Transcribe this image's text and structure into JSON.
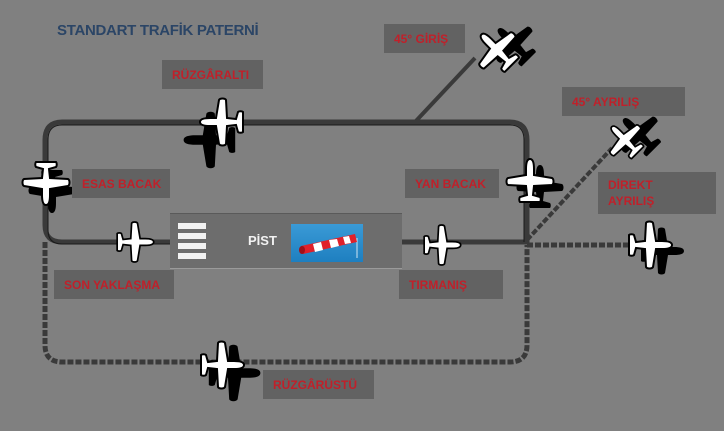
{
  "title": "STANDART TRAFİK PATERNİ",
  "labels": {
    "ruzgaralti": "RÜZGÂRALTI",
    "giris45": "45° GİRİŞ",
    "ayrilis45": "45° AYRILIŞ",
    "esas_bacak": "ESAS BACAK",
    "yan_bacak": "YAN BACAK",
    "direkt_ayrilis_line1": "DİREKT",
    "direkt_ayrilis_line2": "AYRILIŞ",
    "son_yaklasma": "SON YAKLAŞMA",
    "tirmanis": "TIRMANIŞ",
    "ruzgarustu": "RÜZGÂRÜSTÜ"
  },
  "runway": {
    "label": "PİST",
    "windsock_icon": "windsock-icon"
  },
  "colors": {
    "background": "#808080",
    "title": "#2b4566",
    "label_text": "#c0202a",
    "label_bg": "#626262",
    "path": "#3a3a3a",
    "windsock_red": "#e0202a",
    "windsock_sky": "#2a8fd0"
  }
}
